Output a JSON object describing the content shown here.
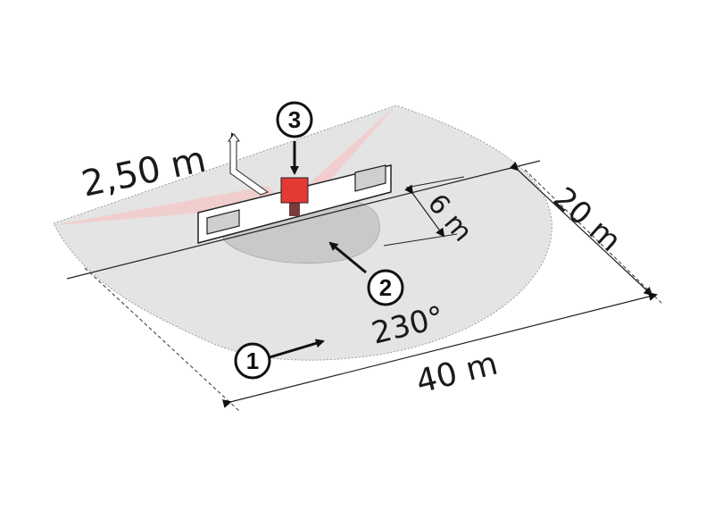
{
  "callouts": {
    "c1": "1",
    "c2": "2",
    "c3": "3"
  },
  "dimensions": {
    "height": "2,50 m",
    "width": "40 m",
    "depth": "20 m",
    "radius": "6 m",
    "angle": "230°"
  },
  "colors": {
    "range_zone": "#e4e4e4",
    "near_zone": "#c9c9c9",
    "pir_zone": "#f2c9c9",
    "sensor": "#e53935",
    "outline": "#222222"
  }
}
